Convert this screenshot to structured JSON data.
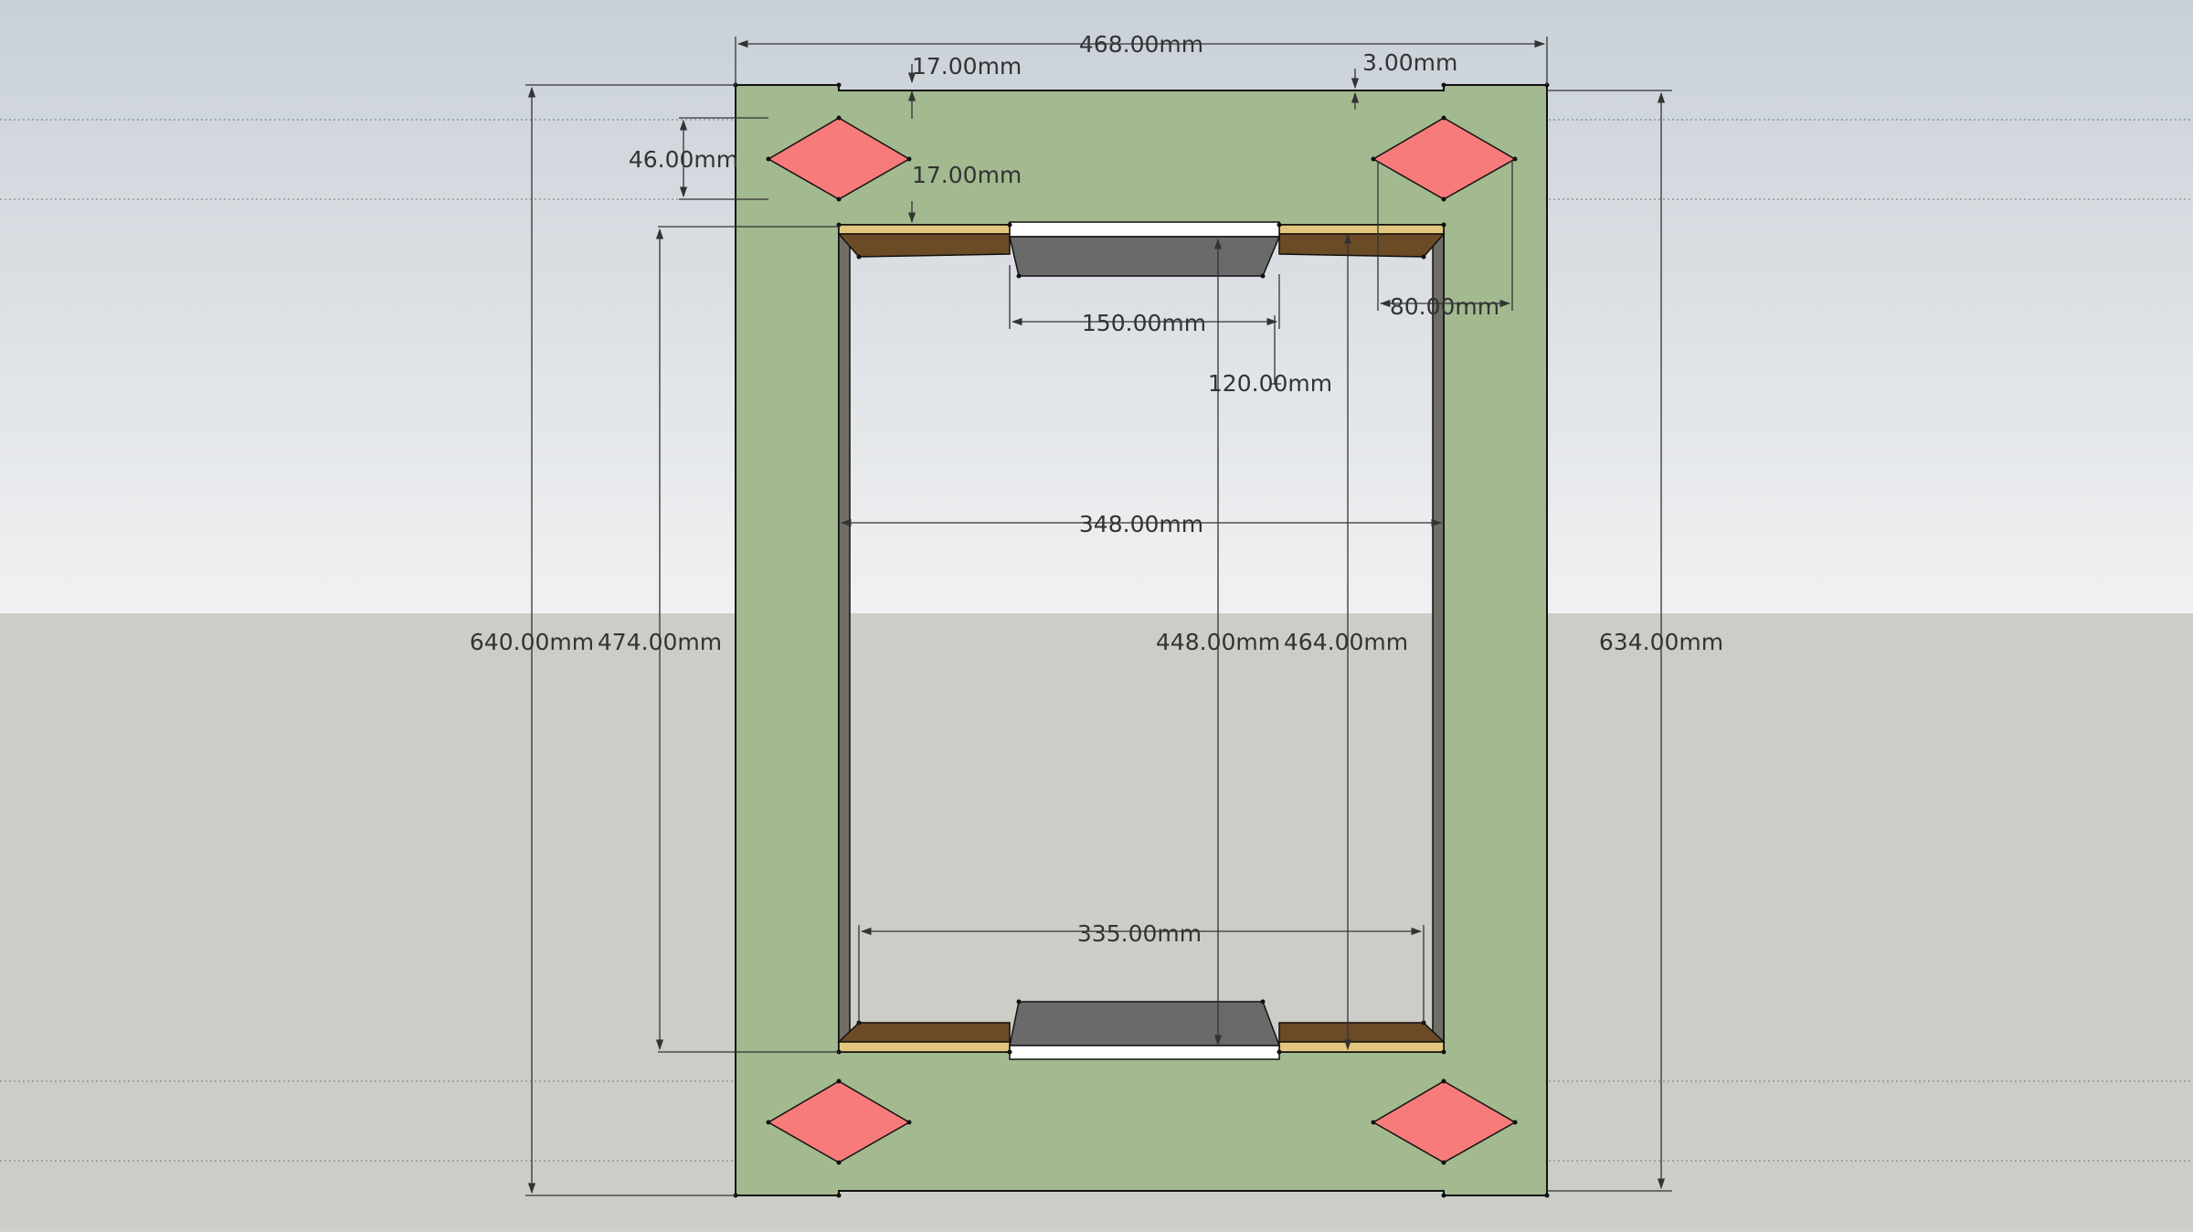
{
  "scene": {
    "sky_top_color": "#c9d0d8",
    "sky_bottom_color": "#f0f1f2",
    "ground_color": "#cdcdc8",
    "frame_color": "#a3b990",
    "inner_side_color": "#6e6e66",
    "rail_color": "#6b4a26",
    "rail_edge_color": "#e3c67d",
    "pocket_color": "#6a6a6a",
    "pocket_edge_color": "#ffffff",
    "diamond_color": "#f77b7b",
    "dimension_color": "#333333"
  },
  "dimensions": {
    "total_width": "468.00mm",
    "gap_top": "17.00mm",
    "gap_right": "3.00mm",
    "diamond_height": "46.00mm",
    "gap_mid": "17.00mm",
    "corner_width": "80.00mm",
    "pocket_width": "150.00mm",
    "pocket_offset": "120.00mm",
    "inner_width": "348.00mm",
    "rail_width": "335.00mm",
    "total_height": "640.00mm",
    "inner_height": "474.00mm",
    "span_a": "448.00mm",
    "span_b": "464.00mm",
    "right_height": "634.00mm"
  }
}
